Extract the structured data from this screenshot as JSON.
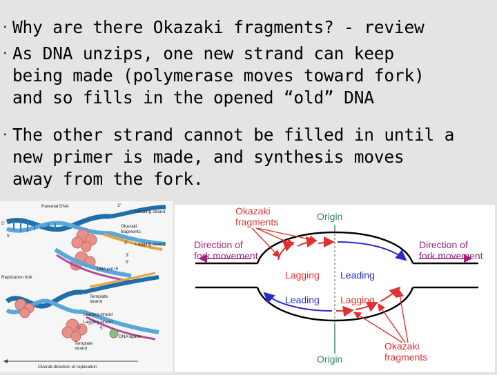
{
  "bullets": [
    {
      "text": "Why are there Okazaki fragments? - review"
    },
    {
      "lines": [
        "As DNA unzips, one new strand can keep",
        "being made (polymerase moves toward fork)",
        "and so fills in the opened “old” DNA"
      ]
    },
    {
      "lines": [
        "The other strand cannot be filled in until a",
        "new primer is made, and synthesis moves",
        "away from the fork."
      ]
    }
  ],
  "left_figure": {
    "labels": {
      "parental": "Parental DNA",
      "leading": "Leading strand",
      "okazaki1": "Okazaki",
      "okazaki2": "fragments",
      "lagging": "Lagging strand",
      "polIII": "DNA pol III",
      "fork": "Replication fork",
      "template1": "Template",
      "template2": "strand",
      "leading2": "Leading strand",
      "lagging2": "Lagging strand",
      "template3": "Template",
      "template4": "strand",
      "ligase": "DNA ligase",
      "overall": "Overall direction of replication",
      "p3a": "3'",
      "p5a": "5'",
      "p5b": "5'",
      "p3b": "3'",
      "p3c": "3'",
      "p5c": "5'",
      "p3d": "3'",
      "p5d": "5'"
    }
  },
  "right_figure": {
    "okazaki_top": [
      "Okazaki",
      "fragments"
    ],
    "origin_top": "Origin",
    "dir_left": [
      "Direction of",
      "fork movement"
    ],
    "dir_right": [
      "Direction of",
      "fork movement"
    ],
    "lagging_top": "Lagging",
    "leading_top": "Leading",
    "leading_bottom": "Leading",
    "lagging_bottom": "Lagging",
    "okazaki_bottom": [
      "Okazaki",
      "fragments"
    ],
    "origin_bottom": "Origin",
    "colors": {
      "red": "#e03030",
      "blue": "#2a2ad0",
      "green": "#2e8b57",
      "purple": "#a0207a"
    }
  }
}
